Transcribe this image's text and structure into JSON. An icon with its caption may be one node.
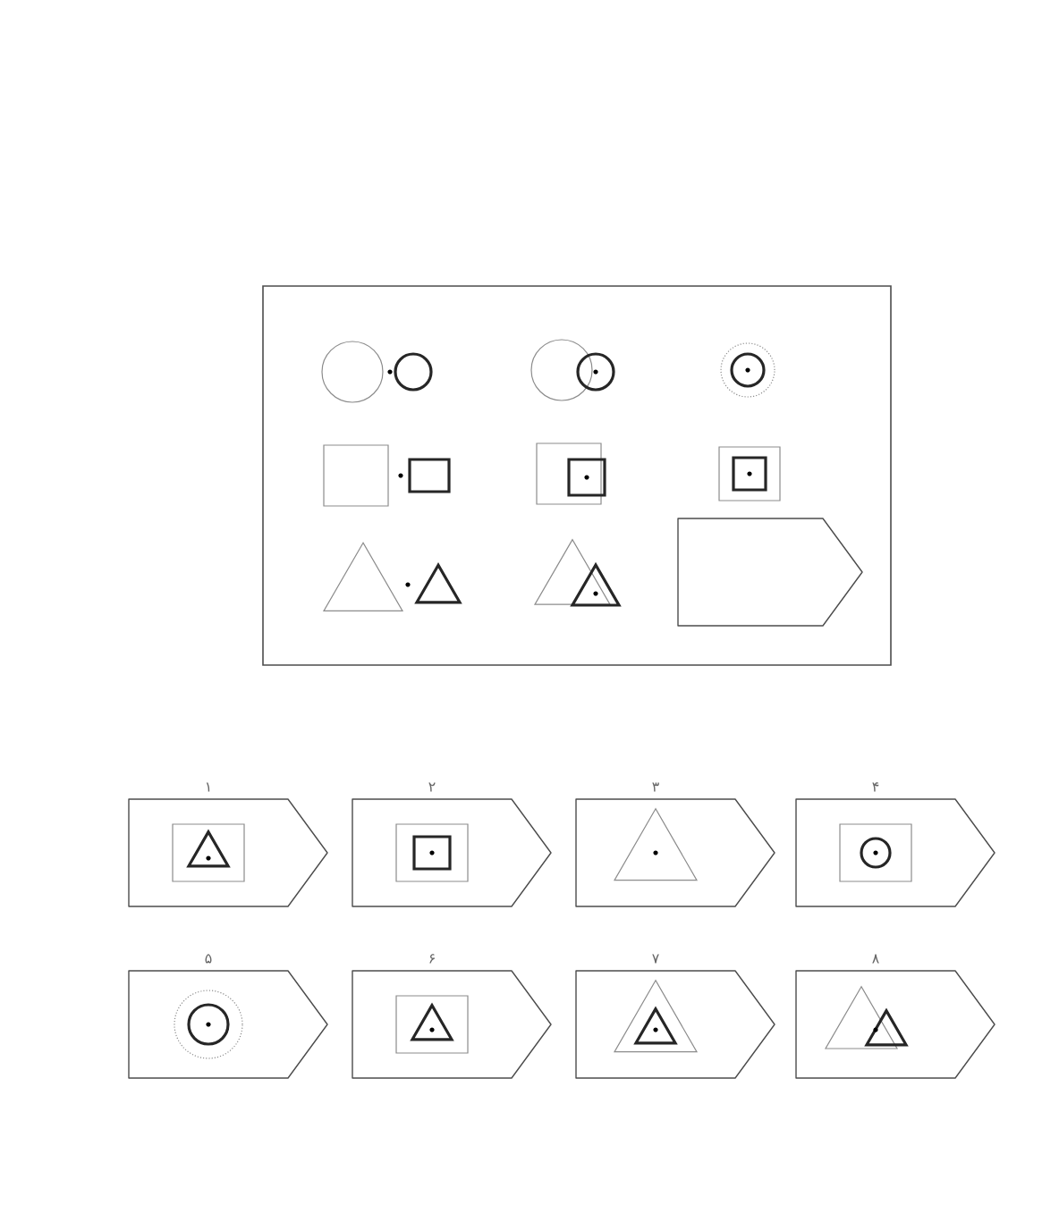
{
  "diagram": {
    "nodes": [
      {
        "text": [],
        "shape": "box"
      },
      {
        "text": [],
        "shape": "pentagon",
        "in": 0
      },
      {
        "text": [],
        "shape": "pentagon",
        "beside": [
          "۱"
        ]
      },
      {
        "text": [],
        "shape": "pentagon",
        "beside": [
          "۲"
        ]
      },
      {
        "text": [],
        "shape": "pentagon",
        "beside": [
          "۳"
        ]
      },
      {
        "text": [],
        "shape": "pentagon",
        "beside": [
          "۴"
        ]
      },
      {
        "text": [],
        "shape": "pentagon",
        "beside": [
          "۵"
        ]
      },
      {
        "text": [],
        "shape": "pentagon",
        "beside": [
          "۶"
        ]
      },
      {
        "text": [],
        "shape": "pentagon",
        "beside": [
          "۷"
        ]
      },
      {
        "text": [],
        "shape": "pentagon",
        "beside": [
          "۸"
        ]
      }
    ]
  }
}
